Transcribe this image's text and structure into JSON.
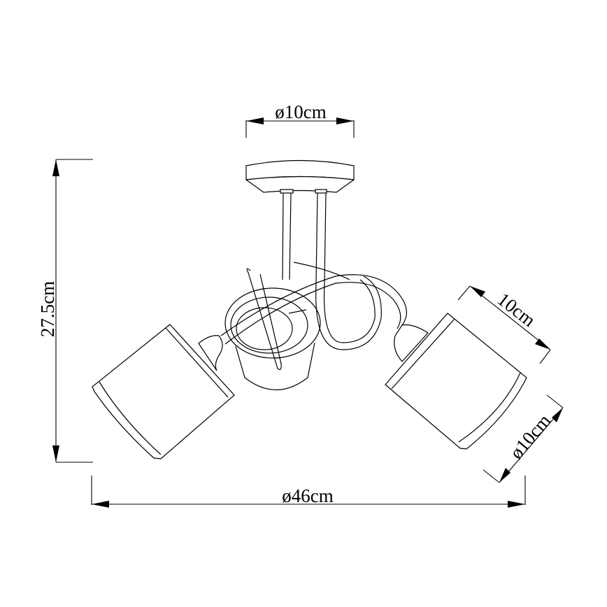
{
  "diagram": {
    "subject": "ceiling lamp with three adjustable cylindrical shades",
    "line_color": "#000000",
    "background": "#ffffff",
    "dimensions": {
      "canopy_diameter": "ø10cm",
      "total_height": "27.5cm",
      "shade_length": "10cm",
      "shade_diameter": "ø10cm",
      "overall_diameter": "ø46cm"
    }
  }
}
